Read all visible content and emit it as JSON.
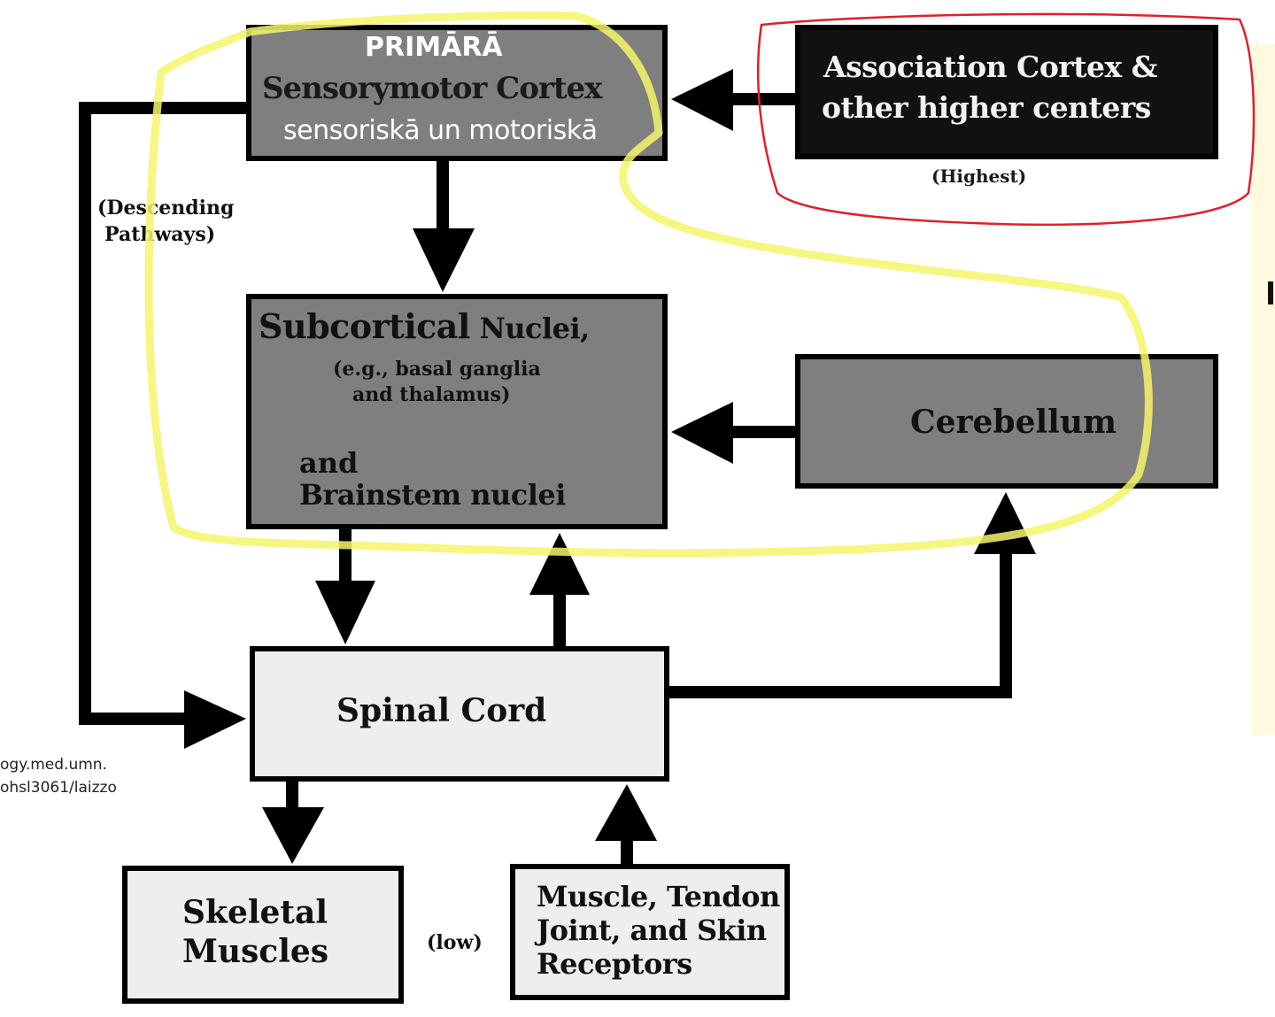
{
  "boxes": {
    "primary": {
      "overlay_label": "PRIMĀRĀ",
      "title": "Sensorymotor Cortex",
      "subtitle": "sensoriskā un motoriskā"
    },
    "association": {
      "line1": "Association Cortex &",
      "line2": "other higher centers",
      "level": "(Highest)"
    },
    "subcortical": {
      "title_bold": "Subcortical",
      "title_rest": " Nuclei,",
      "example_line1": "(e.g., basal ganglia",
      "example_line2": "and thalamus)",
      "and": "and",
      "brainstem": "Brainstem nuclei"
    },
    "cerebellum": {
      "label": "Cerebellum"
    },
    "spinal": {
      "label": "Spinal Cord"
    },
    "skeletal": {
      "line1": "Skeletal",
      "line2": "Muscles",
      "level": "(low)"
    },
    "receptors": {
      "line1": "Muscle, Tendon",
      "line2": "Joint, and Skin",
      "line3": "Receptors"
    }
  },
  "descending": {
    "line1": "(Descending",
    "line2": "Pathways)"
  },
  "source": {
    "line1": "ogy.med.umn.",
    "line2": "ohsl3061/laizzo"
  },
  "colors": {
    "box_dark": "#7f7f7f",
    "box_light": "#eeeeee",
    "box_black": "#111111",
    "highlight_yellow": "#f4f46a",
    "highlight_red": "#e0202a",
    "side_panel": "#fff9e0"
  }
}
